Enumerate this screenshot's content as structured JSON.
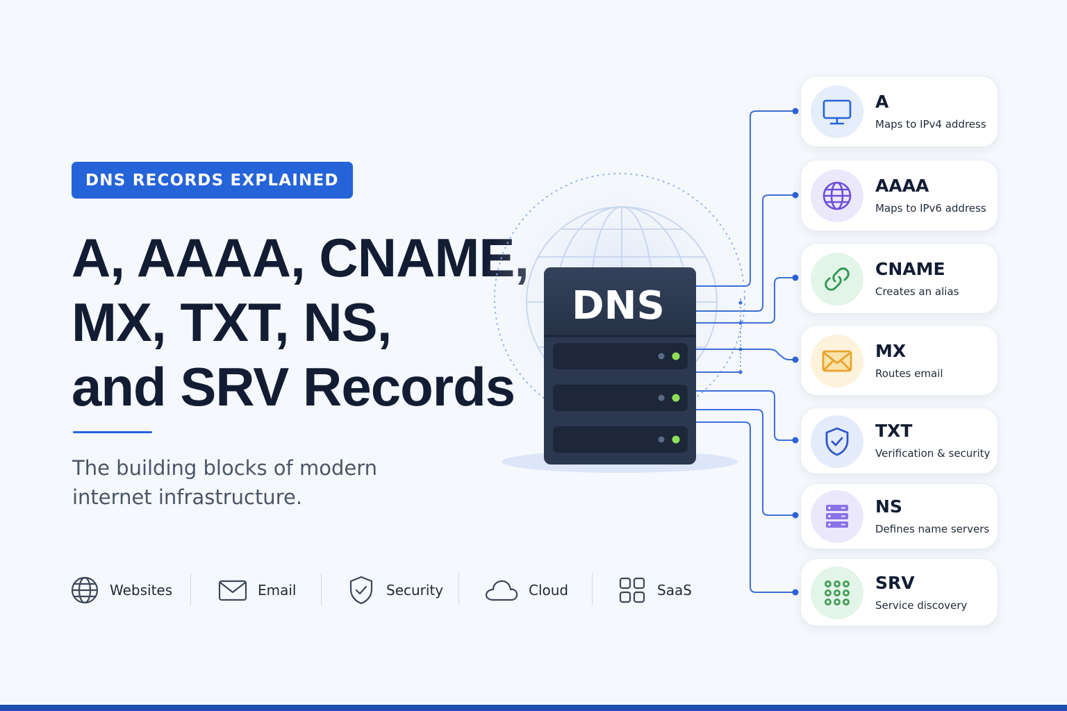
{
  "badge": "DNS RECORDS EXPLAINED",
  "headline": {
    "line1": "A, AAAA, CNAME,",
    "line2": "MX, TXT, NS,",
    "line3": "and SRV Records"
  },
  "subtitle": "The building blocks of modern internet infrastructure.",
  "server_label": "DNS",
  "features": [
    {
      "label": "Websites",
      "icon": "globe-icon"
    },
    {
      "label": "Email",
      "icon": "envelope-icon"
    },
    {
      "label": "Security",
      "icon": "shield-check-icon"
    },
    {
      "label": "Cloud",
      "icon": "cloud-icon"
    },
    {
      "label": "SaaS",
      "icon": "grid-squares-icon"
    }
  ],
  "records": [
    {
      "name": "A",
      "desc": "Maps to IPv4 address",
      "icon": "monitor-icon",
      "color": "#2563d9",
      "bg": "#e6edfb"
    },
    {
      "name": "AAAA",
      "desc": "Maps to IPv6 address",
      "icon": "globe-icon",
      "color": "#6d4fd8",
      "bg": "#ece8fb"
    },
    {
      "name": "CNAME",
      "desc": "Creates an alias",
      "icon": "link-icon",
      "color": "#2f9a54",
      "bg": "#e3f4e8"
    },
    {
      "name": "MX",
      "desc": "Routes email",
      "icon": "envelope-icon",
      "color": "#e9a22b",
      "bg": "#fdf2dc"
    },
    {
      "name": "TXT",
      "desc": "Verification & security",
      "icon": "shield-check-icon",
      "color": "#2f57c9",
      "bg": "#e4ebfb"
    },
    {
      "name": "NS",
      "desc": "Defines name servers",
      "icon": "server-stack-icon",
      "color": "#7b63df",
      "bg": "#ece8fb"
    },
    {
      "name": "SRV",
      "desc": "Service discovery",
      "icon": "dot-grid-icon",
      "color": "#3a9a4f",
      "bg": "#e3f4e8"
    }
  ],
  "colors": {
    "accent": "#2563d9",
    "heading": "#121c33",
    "server": "#2b3850",
    "status_green": "#8ee05a",
    "bottom_bar": "#1f4fb0"
  }
}
